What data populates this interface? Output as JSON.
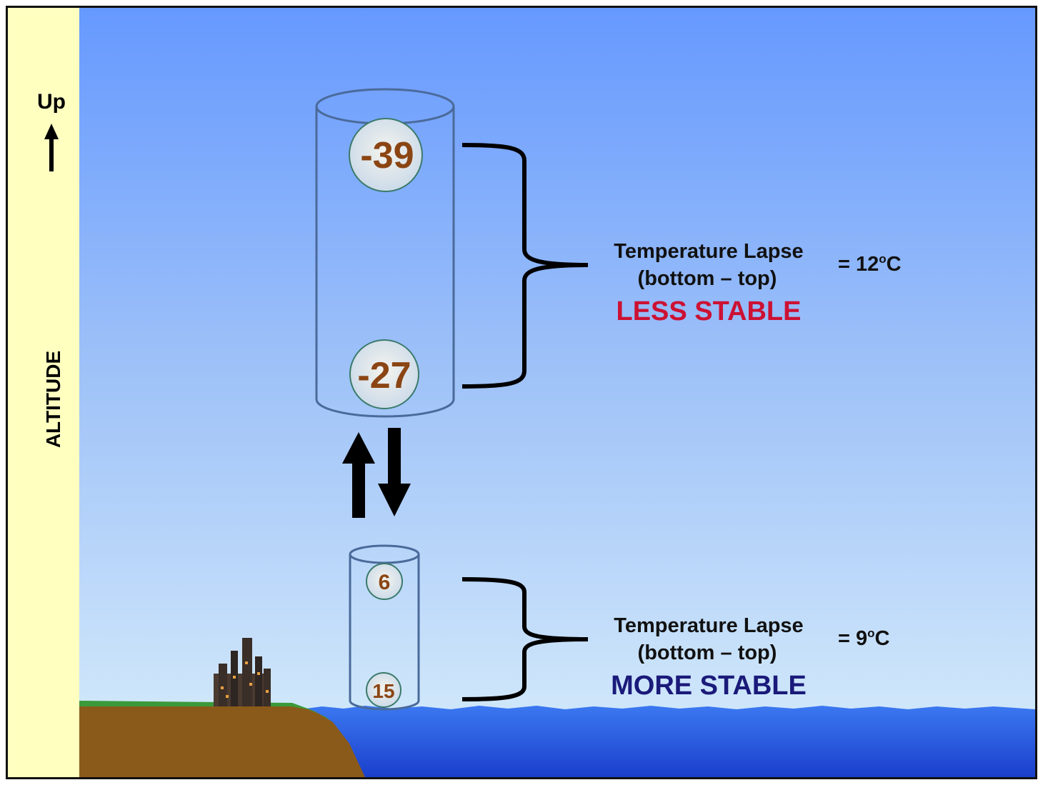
{
  "axis": {
    "up_label": "Up",
    "altitude_label": "ALTITUDE"
  },
  "upper_parcel": {
    "top_temp": "-39",
    "bottom_temp": "-27",
    "lapse_line1": "Temperature Lapse",
    "lapse_line2": "(bottom – top)",
    "lapse_value": "= 12",
    "lapse_unit_sup": "o",
    "lapse_unit": "C",
    "stability": "LESS STABLE"
  },
  "lower_parcel": {
    "top_temp": "6",
    "bottom_temp": "15",
    "lapse_line1": "Temperature Lapse",
    "lapse_line2": "(bottom – top)",
    "lapse_value": "= 9",
    "lapse_unit_sup": "o",
    "lapse_unit": "C",
    "stability": "MORE STABLE"
  },
  "colors": {
    "sky_top": "#6699ff",
    "sky_bottom": "#d6ecfb",
    "altitude_bar": "#ffffc0",
    "sea": "#2255dd",
    "land": "#8a5a1a",
    "grass": "#3a9a3a",
    "temp_text": "#8b4513",
    "less_stable": "#cc1133",
    "more_stable": "#1a1a7a"
  }
}
